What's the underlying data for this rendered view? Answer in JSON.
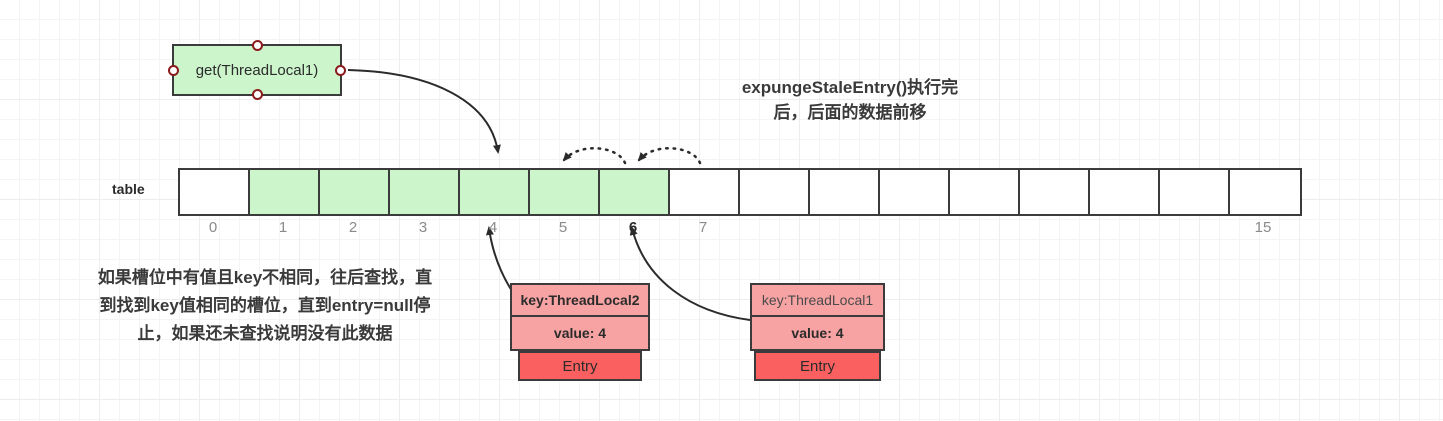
{
  "diagram": {
    "call_box": {
      "label": "get(ThreadLocal1)"
    },
    "title_note": {
      "line1": "expungeStaleEntry()执行完",
      "line2": "后，后面的数据前移"
    },
    "side_note": {
      "line1": "如果槽位中有值且key不相同，往后查找，直",
      "line2": "到找到key值相同的槽位，直到entry=null停",
      "line3": "止，如果还未查找说明没有此数据"
    },
    "table": {
      "label": "table",
      "cells": [
        {
          "index": "0",
          "filled": false,
          "show_index": true,
          "highlight": false
        },
        {
          "index": "1",
          "filled": true,
          "show_index": true,
          "highlight": false
        },
        {
          "index": "2",
          "filled": true,
          "show_index": true,
          "highlight": false
        },
        {
          "index": "3",
          "filled": true,
          "show_index": true,
          "highlight": false
        },
        {
          "index": "4",
          "filled": true,
          "show_index": true,
          "highlight": false
        },
        {
          "index": "5",
          "filled": true,
          "show_index": true,
          "highlight": false
        },
        {
          "index": "6",
          "filled": true,
          "show_index": true,
          "highlight": true
        },
        {
          "index": "7",
          "filled": false,
          "show_index": true,
          "highlight": false
        },
        {
          "index": "8",
          "filled": false,
          "show_index": false,
          "highlight": false
        },
        {
          "index": "9",
          "filled": false,
          "show_index": false,
          "highlight": false
        },
        {
          "index": "10",
          "filled": false,
          "show_index": false,
          "highlight": false
        },
        {
          "index": "11",
          "filled": false,
          "show_index": false,
          "highlight": false
        },
        {
          "index": "12",
          "filled": false,
          "show_index": false,
          "highlight": false
        },
        {
          "index": "13",
          "filled": false,
          "show_index": false,
          "highlight": false
        },
        {
          "index": "14",
          "filled": false,
          "show_index": false,
          "highlight": false
        },
        {
          "index": "15",
          "filled": false,
          "show_index": true,
          "highlight": false
        }
      ]
    },
    "entries": [
      {
        "key": "key:ThreadLocal2",
        "value": "value: 4",
        "footer": "Entry",
        "key_bold": true
      },
      {
        "key": "key:ThreadLocal1",
        "value": "value: 4",
        "footer": "Entry",
        "key_bold": false
      }
    ],
    "colors": {
      "filled_cell": "#ccf5cc",
      "entry_header": "#f8a3a3",
      "entry_footer": "#f9605f",
      "stroke": "#3b3b3b",
      "anchor_border": "#8b1a1a"
    }
  }
}
